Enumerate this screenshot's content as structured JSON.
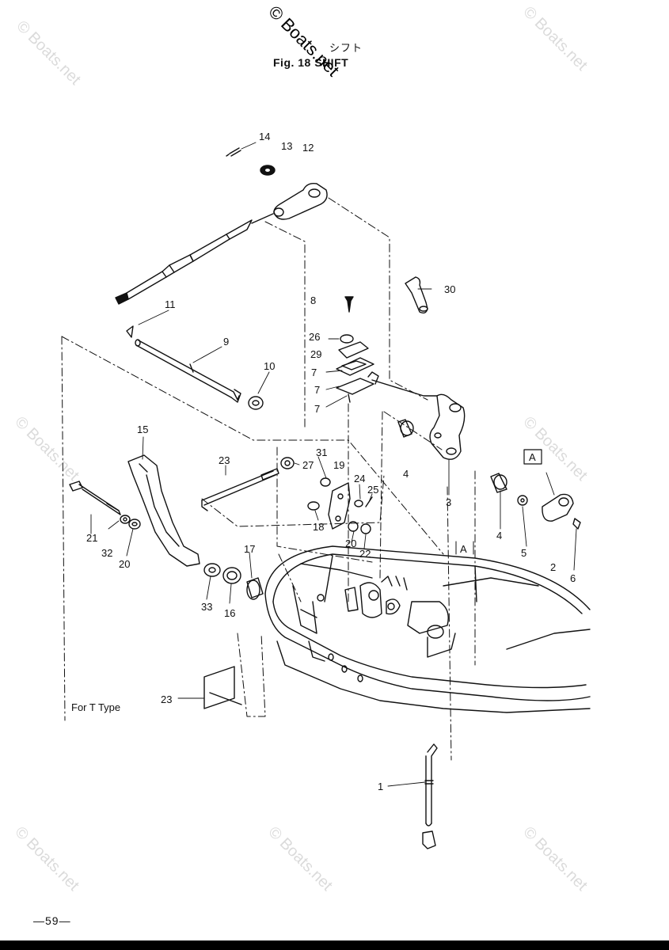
{
  "header": {
    "title_jp": "シフト",
    "title_en": "Fig. 18  SHIFT"
  },
  "watermarks": [
    "© Boats.net",
    "© Boats.net",
    "© Boats.net",
    "© Boats.net",
    "© Boats.net",
    "© Boats.net",
    "© Boats.net",
    "© Boats.net"
  ],
  "callouts": {
    "c1": "1",
    "c2": "2",
    "c3": "3",
    "c4a": "4",
    "c4b": "4",
    "c5": "5",
    "c6": "6",
    "c7a": "7",
    "c7b": "7",
    "c7c": "7",
    "c8": "8",
    "c9": "9",
    "c10": "10",
    "c11": "11",
    "c12": "12",
    "c13": "13",
    "c14": "14",
    "c15": "15",
    "c16": "16",
    "c17": "17",
    "c18": "18",
    "c19": "19",
    "c20a": "20",
    "c20b": "20",
    "c21": "21",
    "c22": "22",
    "c23a": "23",
    "c23b": "23",
    "c24": "24",
    "c25": "25",
    "c26": "26",
    "c27": "27",
    "c29": "29",
    "c30": "30",
    "c31": "31",
    "c32": "32",
    "c33": "33"
  },
  "ref_marks": {
    "box_a": "A",
    "bracket_a": "A"
  },
  "note": "For T Type",
  "footer": {
    "page_number": "—59—"
  }
}
